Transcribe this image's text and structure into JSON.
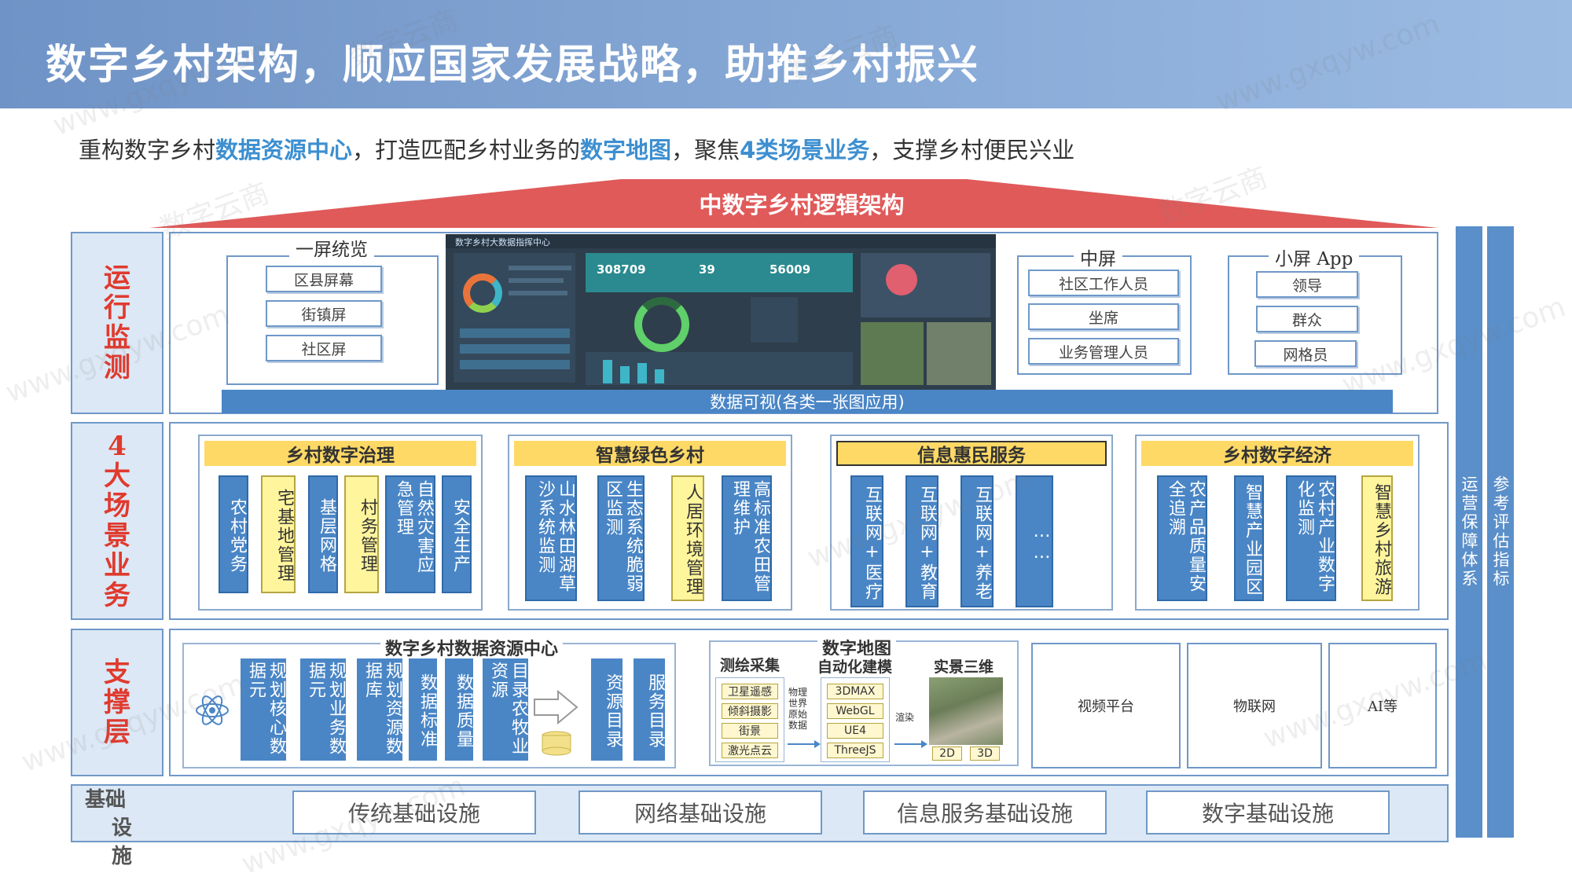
{
  "title": "数字乡村架构，顺应国家发展战略，助推乡村振兴",
  "subtitle": {
    "p1": "重构数字乡村",
    "h1": "数据资源中心",
    "p2": "，打造匹配乡村业务的",
    "h2": "数字地图",
    "p3": "，聚焦",
    "h3": "4类场景业务",
    "p4": "，支撑乡村便民兴业"
  },
  "roof_title": "中数字乡村逻辑架构",
  "layers": {
    "monitor": [
      "运",
      "行",
      "监",
      "测"
    ],
    "scenario": [
      "4",
      "大",
      "场",
      "景",
      "业",
      "务"
    ],
    "support": [
      "支",
      "撑",
      "层"
    ],
    "infra": [
      "基础",
      "设施"
    ]
  },
  "monitor": {
    "big_screen": {
      "title": "一屏统览",
      "items": [
        "区县屏幕",
        "街镇屏",
        "社区屏"
      ]
    },
    "dashboard": {
      "header": "数字乡村大数据指挥中心",
      "stat1": "308709",
      "stat2": "39",
      "stat3": "56009"
    },
    "mid_screen": {
      "title": "中屏",
      "items": [
        "社区工作人员",
        "坐席",
        "业务管理人员"
      ]
    },
    "small_screen": {
      "title": "小屏 App",
      "items": [
        "领导",
        "群众",
        "网格员"
      ]
    },
    "data_bar": "数据可视(各类一张图应用)"
  },
  "scenarios": [
    {
      "title": "乡村数字治理",
      "cols": [
        {
          "text": "农村党务",
          "hl": false
        },
        {
          "text": "宅基地管理",
          "hl": true
        },
        {
          "text": "基层网格",
          "hl": false
        },
        {
          "text": "村务管理",
          "hl": true
        },
        {
          "text": "自然灾害应急管理",
          "hl": false
        },
        {
          "text": "安全生产",
          "hl": false
        }
      ]
    },
    {
      "title": "智慧绿色乡村",
      "cols": [
        {
          "text": "山水林田湖草沙系统监测",
          "hl": false
        },
        {
          "text": "生态系统脆弱区监测",
          "hl": false
        },
        {
          "text": "人居环境管理",
          "hl": true
        },
        {
          "text": "高标准农田管理维护",
          "hl": false
        }
      ]
    },
    {
      "title": "信息惠民服务",
      "cols": [
        {
          "text": "互联网+医疗",
          "hl": false
        },
        {
          "text": "互联网+教育",
          "hl": false
        },
        {
          "text": "互联网+养老",
          "hl": false
        },
        {
          "text": "……",
          "hl": false
        }
      ]
    },
    {
      "title": "乡村数字经济",
      "cols": [
        {
          "text": "农产品质量安全追溯",
          "hl": false
        },
        {
          "text": "智慧产业园区",
          "hl": false
        },
        {
          "text": "农村产业数字化监测",
          "hl": false
        },
        {
          "text": "智慧乡村旅游",
          "hl": true
        }
      ]
    }
  ],
  "support": {
    "drc_title": "数字乡村数据资源中心",
    "drc_cols": [
      "规划核心数据元",
      "规划业务数据元",
      "规划资源数据库",
      "数据标准",
      "数据质量",
      "目录农牧业资源"
    ],
    "catalogs": [
      "资源目录",
      "服务目录"
    ],
    "map_title": "数字地图",
    "survey_title": "测绘采集",
    "survey_items": [
      "卫星遥感",
      "倾斜摄影",
      "街景",
      "激光点云"
    ],
    "physical_label": "物理世界原始数据",
    "model_title": "自动化建模",
    "model_items": [
      "3DMAX",
      "WebGL",
      "UE4",
      "ThreeJS"
    ],
    "render_label": "渲染",
    "real3d_title": "实景三维",
    "real3d_tags": [
      "2D",
      "3D"
    ],
    "platforms": [
      "视频平台",
      "物联网",
      "AI等"
    ]
  },
  "infra": [
    "传统基础设施",
    "网络基础设施",
    "信息服务基础设施",
    "数字基础设施"
  ],
  "side": [
    "运营保障体系",
    "参考评估指标"
  ],
  "watermarks": [
    "数字云商",
    "www.gxqyw.com"
  ],
  "colors": {
    "accent": "#4a86c6",
    "highlight": "#ffd966",
    "label_red": "#e03a2e",
    "roof": "#e05a5a"
  }
}
